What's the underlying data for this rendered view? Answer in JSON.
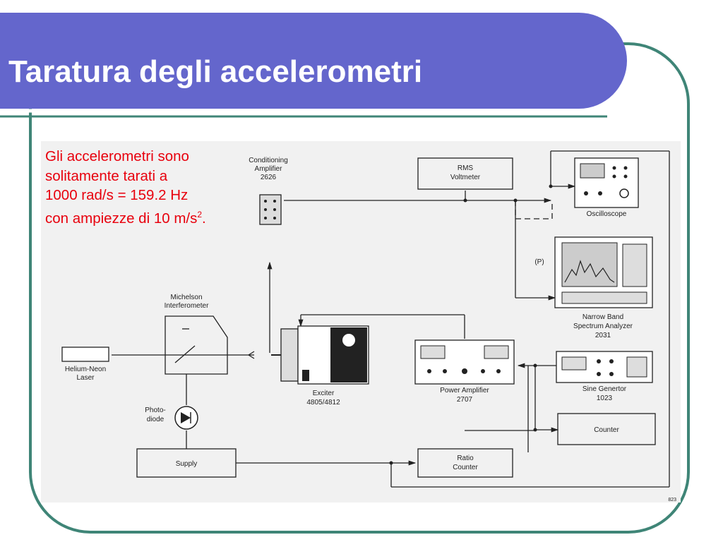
{
  "title": "Taratura degli accelerometri",
  "caption": {
    "line1": "Gli accelerometri sono",
    "line2": "solitamente tarati a",
    "line3": "1000 rad/s = 159.2 Hz",
    "line4_pre": "con ampiezze di 10 m/s",
    "line4_sup": "2",
    "line4_post": "."
  },
  "diagram": {
    "conditioning_amplifier": [
      "Conditioning",
      "Amplifier",
      "2626"
    ],
    "rms_voltmeter": [
      "RMS",
      "Voltmeter"
    ],
    "oscilloscope": "Oscilloscope",
    "probe_label": "(P)",
    "spectrum_analyzer": [
      "Narrow Band",
      "Spectrum Analyzer",
      "2031"
    ],
    "michelson": [
      "Michelson",
      "Interferometer"
    ],
    "laser": [
      "Helium-Neon",
      "Laser"
    ],
    "exciter": [
      "Exciter",
      "4805/4812"
    ],
    "power_amplifier": [
      "Power Amplifier",
      "2707"
    ],
    "sine_generator": [
      "Sine Genertor",
      "1023"
    ],
    "photodiode": [
      "Photo-",
      "diode"
    ],
    "counter": "Counter",
    "supply": "Supply",
    "ratio_counter": [
      "Ratio",
      "Counter"
    ],
    "figure_number": "823"
  },
  "colors": {
    "title_band": "#6466cc",
    "frame_line": "#3f8577",
    "caption_text": "#e8000d",
    "diagram_background": "#f1f1f1"
  }
}
